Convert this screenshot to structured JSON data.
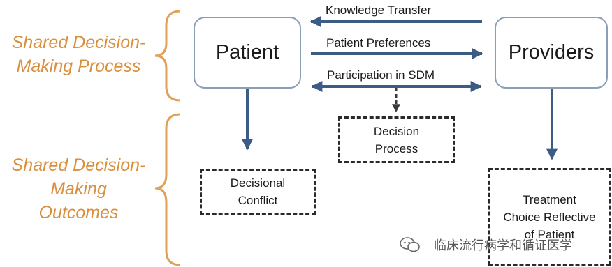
{
  "colors": {
    "brace": "#e0a055",
    "side_text": "#d98f3e",
    "arrow": "#3d5c85",
    "box_border": "#8a9fb6",
    "dashed": "#2a2a2a"
  },
  "labels": {
    "process": "Shared Decision-\nMaking Process",
    "outcomes": "Shared Decision-\nMaking\nOutcomes"
  },
  "nodes": {
    "patient": "Patient",
    "providers": "Providers",
    "decision_process": "Decision\nProcess",
    "decisional_conflict": "Decisional\nConflict",
    "treatment_choice": "Treatment\nChoice Reflective\nof Patient"
  },
  "arrows": {
    "knowledge_transfer": "Knowledge Transfer",
    "patient_preferences": "Patient Preferences",
    "participation": "Participation in SDM"
  },
  "watermark": {
    "icon": "wechat-icon",
    "text": "临床流行病学和循证医学"
  }
}
